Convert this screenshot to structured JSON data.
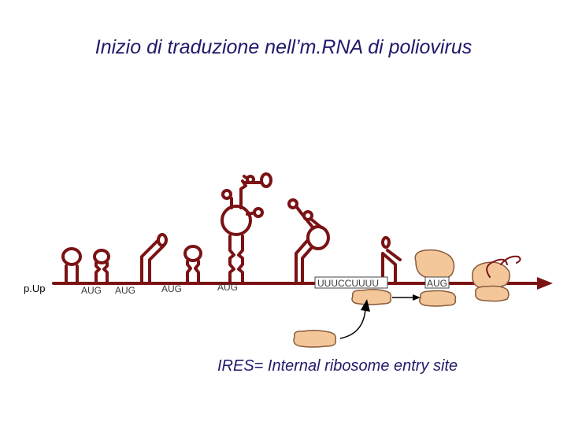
{
  "title": "Inizio di traduzione nell’m.RNA di poliovirus",
  "cap_label": "p.Up",
  "aug_labels": [
    "AUG",
    "AUG",
    "AUG",
    "AUG"
  ],
  "pyrimidine_tract": "UUUCCUUUU",
  "start_codon": "AUG",
  "footer": "IRES= Internal ribosome entry site",
  "colors": {
    "rna": "#7a1214",
    "ribosome": "#f4c79a",
    "title_text": "#1f1a6b"
  }
}
